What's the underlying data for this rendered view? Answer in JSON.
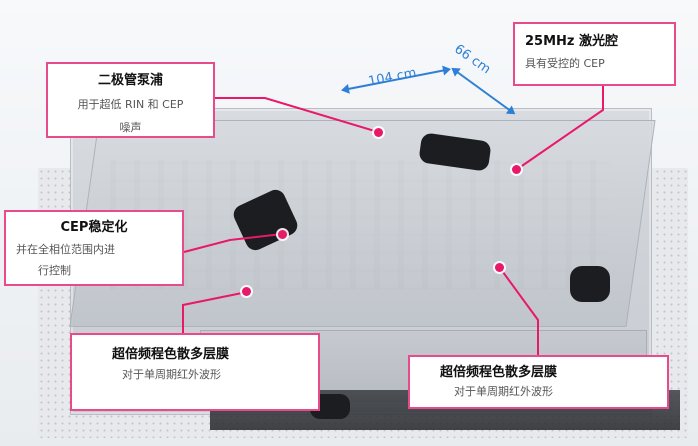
{
  "dimensions": {
    "length": "104 cm",
    "width": "66 cm"
  },
  "callouts": [
    {
      "title": "二极管泵浦",
      "subtitle_lines": [
        "用于超低 RIN 和 CEP",
        "噪声"
      ]
    },
    {
      "title": "25MHz 激光腔",
      "subtitle_lines": [
        "具有受控的 CEP"
      ]
    },
    {
      "title": "CEP稳定化",
      "subtitle_lines": [
        "并在全相位范围内进",
        "行控制"
      ]
    },
    {
      "title": "超倍频程色散多层膜",
      "subtitle_lines": [
        "对于单周期红外波形"
      ]
    },
    {
      "title": "超倍频程色散多层膜",
      "subtitle_lines": [
        "对于单周期红外波形"
      ]
    }
  ],
  "colors": {
    "callout_border": "#e84a8b",
    "marker_dot": "#e8186b",
    "dimension_arrow": "#2f7fd6"
  },
  "icons": {
    "marker": "pink-dot-marker",
    "dimension": "double-headed-arrow"
  }
}
